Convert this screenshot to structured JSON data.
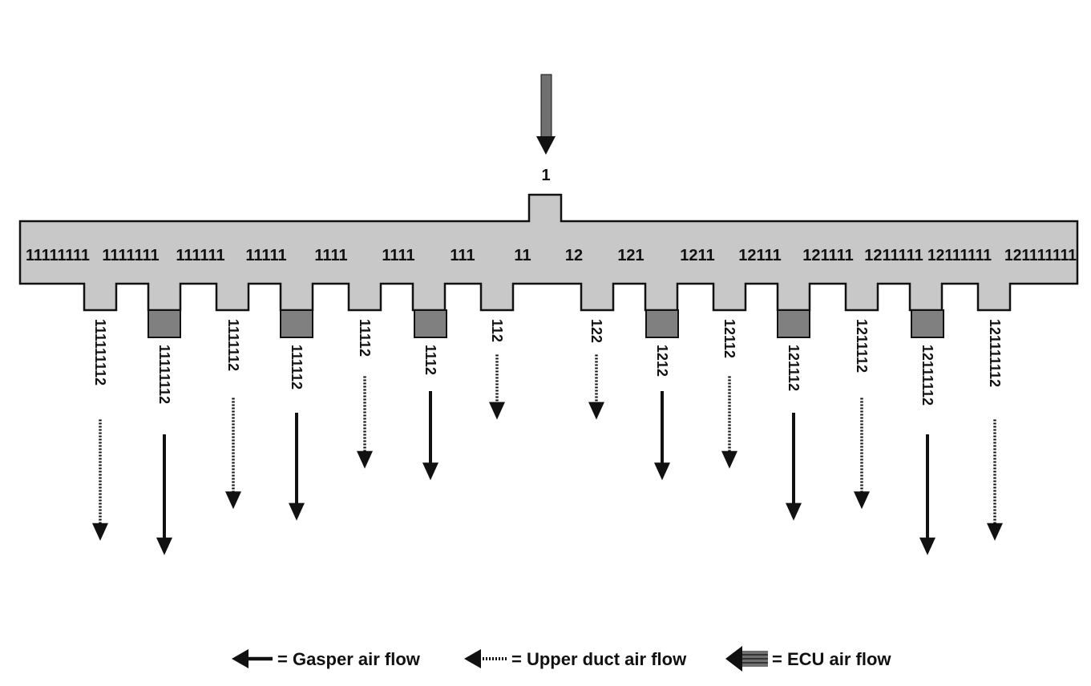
{
  "inlet": {
    "label": "1"
  },
  "duct_nodes": [
    "11111111",
    "1111111",
    "111111",
    "11111",
    "1111",
    "1111",
    "111",
    "11",
    "12",
    "121",
    "1211",
    "12111",
    "121111",
    "1211111",
    "12111111",
    "121111111"
  ],
  "outlets": [
    {
      "label": "111111112",
      "flow": "upper-duct",
      "end": 0.93
    },
    {
      "label": "11111112",
      "flow": "gasper",
      "end": 0.98
    },
    {
      "label": "1111112",
      "flow": "upper-duct",
      "end": 0.82
    },
    {
      "label": "111112",
      "flow": "gasper",
      "end": 0.86
    },
    {
      "label": "11112",
      "flow": "upper-duct",
      "end": 0.68
    },
    {
      "label": "1112",
      "flow": "gasper",
      "end": 0.72
    },
    {
      "label": "112",
      "flow": "upper-duct",
      "end": 0.51
    },
    {
      "label": "122",
      "flow": "upper-duct",
      "end": 0.51
    },
    {
      "label": "1212",
      "flow": "gasper",
      "end": 0.72
    },
    {
      "label": "12112",
      "flow": "upper-duct",
      "end": 0.68
    },
    {
      "label": "121112",
      "flow": "gasper",
      "end": 0.86
    },
    {
      "label": "1211112",
      "flow": "upper-duct",
      "end": 0.82
    },
    {
      "label": "12111112",
      "flow": "gasper",
      "end": 0.98
    },
    {
      "label": "121111112",
      "flow": "upper-duct",
      "end": 0.93
    }
  ],
  "legend": {
    "gasper": "= Gasper air flow",
    "upper_duct": "= Upper duct air flow",
    "ecu": "= ECU air flow"
  },
  "colors": {
    "duct_fill": "#c8c8c8",
    "gasper_outlet": "#808080",
    "ecu_arrow": "#707070",
    "line": "#111111"
  }
}
